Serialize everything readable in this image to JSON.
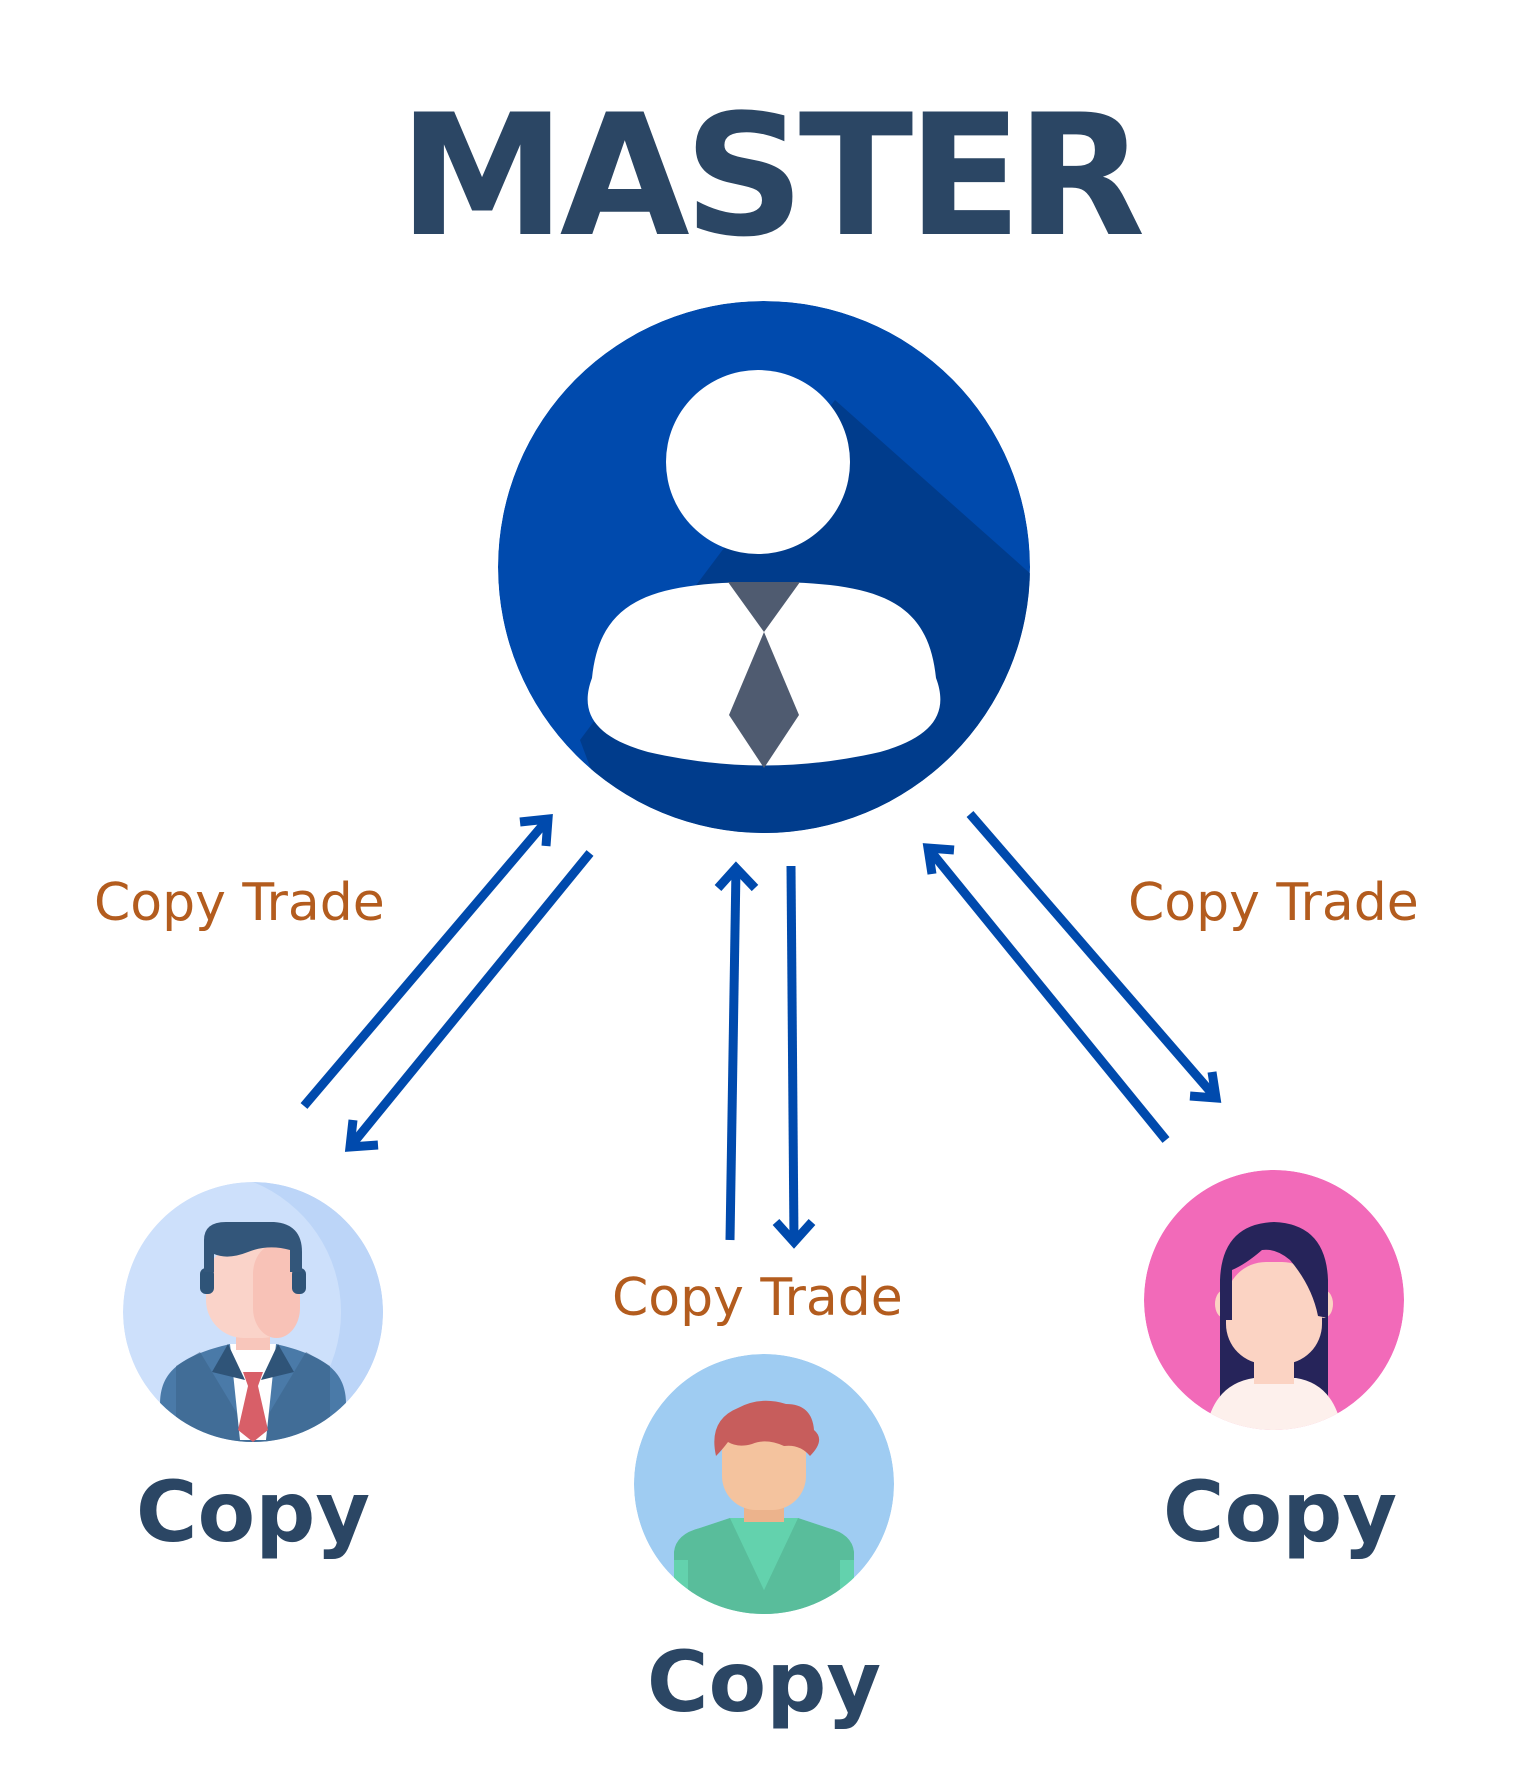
{
  "title": "MASTER",
  "master_node": {
    "icon": "master-user-icon",
    "circle_color": "#004aad",
    "shadow_color": "#003c8c",
    "tie_color": "#4f5b70"
  },
  "flows": [
    {
      "label": "Copy Trade"
    },
    {
      "label": "Copy Trade"
    },
    {
      "label": "Copy Trade"
    }
  ],
  "copy_nodes": [
    {
      "label": "Copy",
      "icon": "businessman-avatar-icon",
      "circle_color": "#cde0fb"
    },
    {
      "label": "Copy",
      "icon": "young-man-avatar-icon",
      "circle_color": "#9fccf2"
    },
    {
      "label": "Copy",
      "icon": "woman-avatar-icon",
      "circle_color": "#f26ab9"
    }
  ],
  "colors": {
    "title": "#2b4664",
    "flow_label": "#b35c1e",
    "arrow": "#004aad",
    "node_label": "#2b4664"
  }
}
